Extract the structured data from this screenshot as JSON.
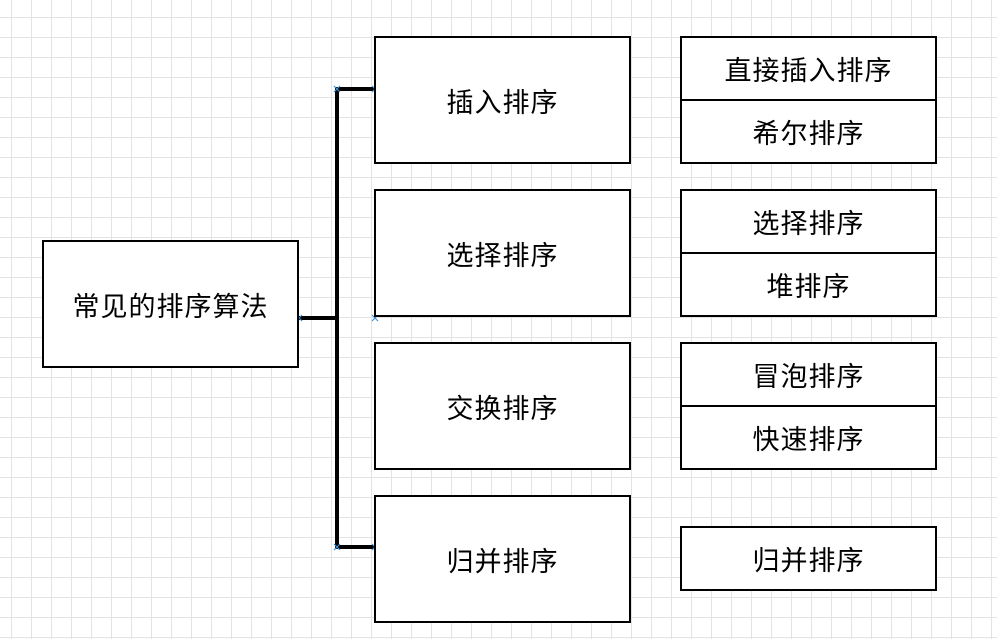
{
  "diagram": {
    "root": {
      "label": "常见的排序算法"
    },
    "categories": [
      {
        "label": "插入排序",
        "subtypes": [
          "直接插入排序",
          "希尔排序"
        ]
      },
      {
        "label": "选择排序",
        "subtypes": [
          "选择排序",
          "堆排序"
        ]
      },
      {
        "label": "交换排序",
        "subtypes": [
          "冒泡排序",
          "快速排序"
        ]
      },
      {
        "label": "归并排序",
        "subtypes": [
          "归并排序"
        ]
      }
    ]
  },
  "colors": {
    "line": "#000000",
    "connection_point": "#3c8fd6",
    "grid": "#e3e3e3"
  }
}
